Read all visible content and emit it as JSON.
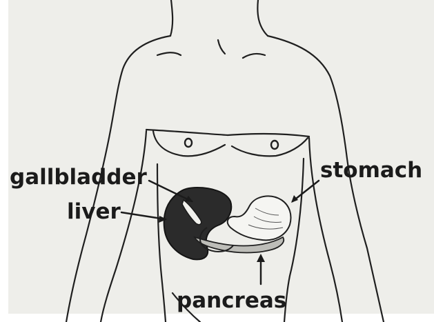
{
  "labels": {
    "gallbladder": "gallbladder",
    "liver": "liver",
    "stomach": "stomach",
    "pancreas": "pancreas"
  },
  "colors": {
    "background": "#eeeeea",
    "ink": "#1b1b1b",
    "liver_fill": "#2b2b2b",
    "stomach_fill": "#f5f5f2",
    "pancreas_fill": "#bdbdb8"
  }
}
